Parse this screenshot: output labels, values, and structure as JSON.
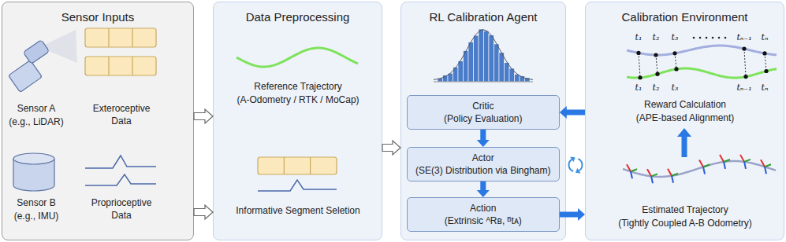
{
  "diagram": {
    "nodes": [
      {
        "text": [
          "Sensor Inputs",
          "Sensor A",
          "(e.g., LiDAR)",
          "Exteroceptive Data",
          "Sensor B",
          "(e.g., IMU)",
          "Proprioceptive Data"
        ]
      },
      {
        "text": [
          "Data Preprocessing",
          "Reference Trajectory",
          "(A-Odometry / RTK / MoCap)",
          "Informative Segment Seletion"
        ]
      },
      {
        "text": [
          "RL Calibration Agent"
        ]
      },
      {
        "text": [
          "Critic",
          "(Policy Evaluation)"
        ],
        "in": 2
      },
      {
        "text": [
          "Actor",
          "(SE(3) Distribution via Bingham)"
        ],
        "in": 2
      },
      {
        "text": [
          "Action",
          "(Extrinsic ᴬRʙ, ᴮtᴀ)"
        ],
        "in": 2
      },
      {
        "text": [
          "Calibration Environment",
          "Reward Calculation",
          "(APE-based Alignment)",
          "Estimated Trajectory",
          "(Tightly Coupled A-B Odometry)"
        ]
      }
    ],
    "edges": [
      {
        "from": 0,
        "to": 1,
        "arrow": "to"
      },
      {
        "from": 0,
        "to": 1,
        "arrow": "to"
      },
      {
        "from": 1,
        "to": 2,
        "arrow": "to"
      },
      {
        "from": 3,
        "to": 4,
        "arrow": "to"
      },
      {
        "from": 4,
        "to": 5,
        "arrow": "to"
      },
      {
        "from": 5,
        "to": 6,
        "arrow": "to"
      },
      {
        "from": 6,
        "to": 3,
        "arrow": "to"
      }
    ],
    "labels": [
      "t₁",
      "t₂",
      "t₃",
      "tₙ₋₁",
      "tₙ",
      "t₁",
      "t₂",
      "t₃",
      "tₙ₋₁",
      "tₙ"
    ]
  }
}
